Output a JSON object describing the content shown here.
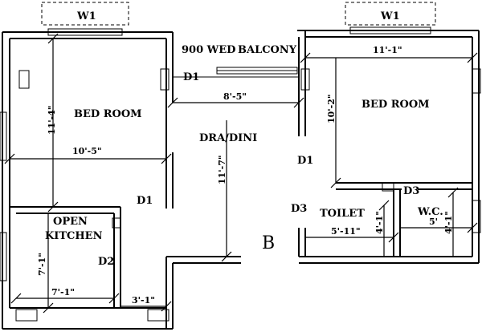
{
  "plan": {
    "rooms": {
      "bedroom_left": "BED ROOM",
      "bedroom_right": "BED ROOM",
      "dra_dini": "DRA/DINI",
      "balcony": "BALCONY",
      "balcony_width": "900 WED",
      "open": "OPEN",
      "kitchen": "KITCHEN",
      "toilet": "TOILET",
      "wc": "W.C."
    },
    "windows": {
      "left": "W1",
      "right": "W1"
    },
    "doors": {
      "d1_balcony": "D1",
      "d1_dining": "D1",
      "d1_left_bed": "D1",
      "d2_kitchen": "D2",
      "d3_toilet": "D3",
      "d3_wc": "D3"
    },
    "dimensions": {
      "left_bed_height": "11'-4\"",
      "left_bed_width": "10'-5\"",
      "right_bed_width": "11'-1\"",
      "right_bed_height": "10'-2\"",
      "balcony_width": "8'-5\"",
      "dining_height": "11'-7\"",
      "kitchen_height": "7'-1\"",
      "kitchen_width": "7'-1\"",
      "kitchen_extra": "3'-1\"",
      "toilet_width": "5'-11\"",
      "toilet_height": "4'-1\"",
      "wc_width": "5'",
      "wc_height": "4'-1\""
    },
    "block_letter": "B"
  }
}
